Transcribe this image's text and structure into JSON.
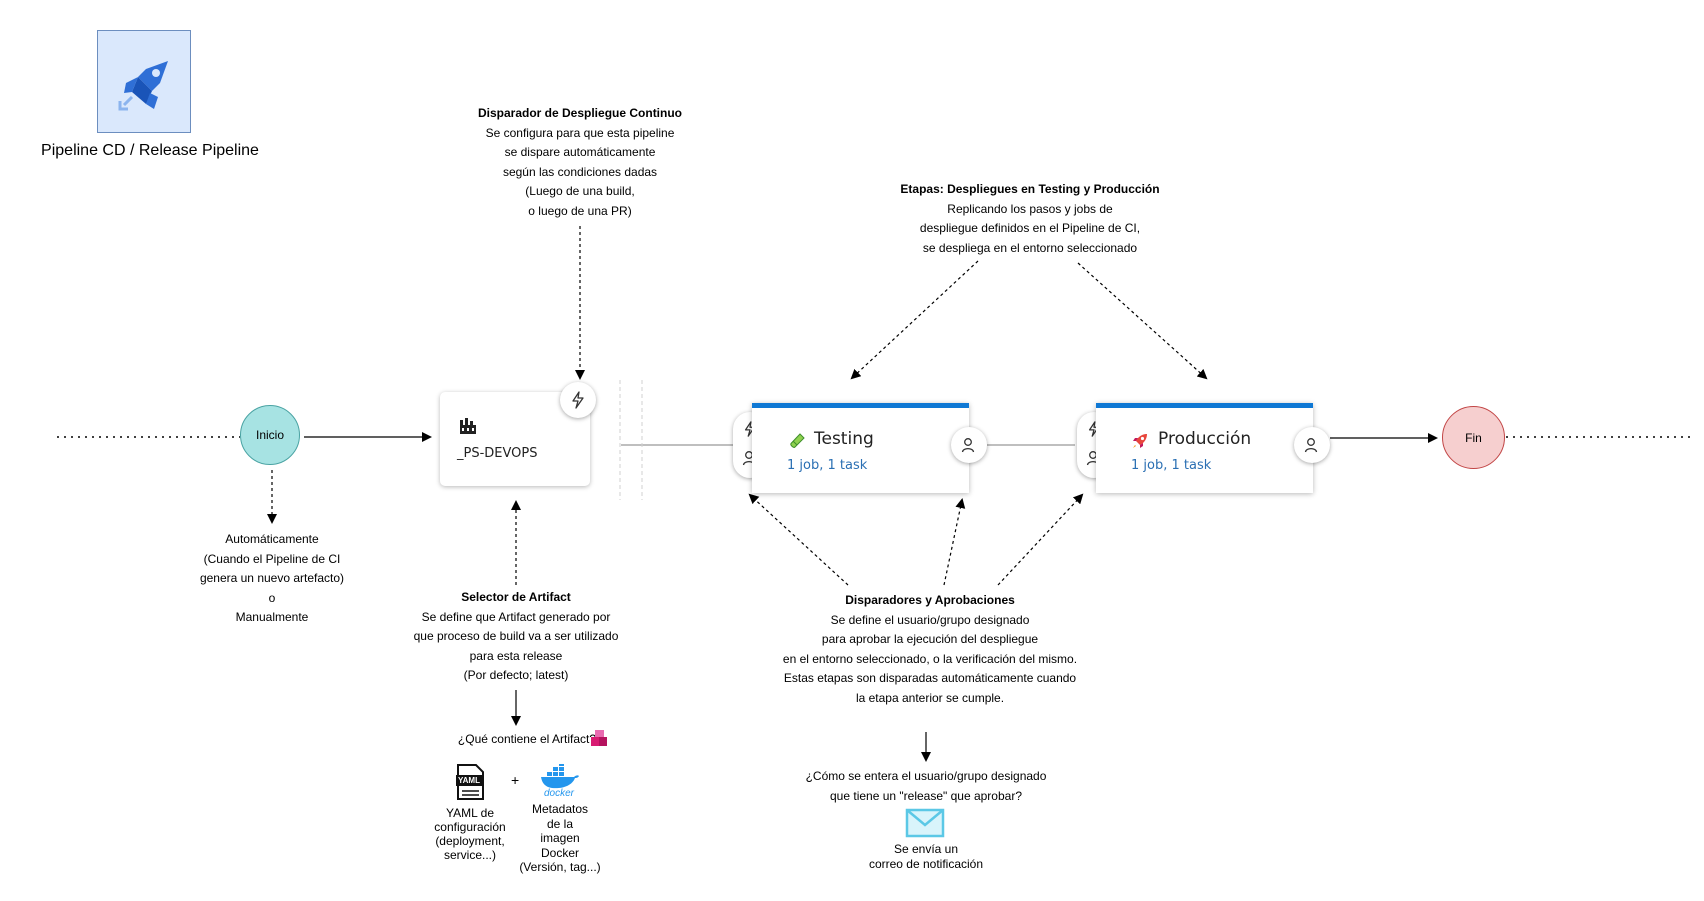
{
  "colors": {
    "inicio_fill": "#a7e3e3",
    "inicio_stroke": "#4aa3a3",
    "fin_fill": "#f6cfcf",
    "fin_stroke": "#c24646",
    "stage_bar": "#0f78d4",
    "logo_bg": "#dae8fc",
    "logo_border": "#6c8ebf"
  },
  "header": {
    "pipeline_title": "Pipeline CD / Release Pipeline"
  },
  "flow": {
    "start_label": "Inicio",
    "end_label": "Fin",
    "artifact_name": "_PS-DEVOPS"
  },
  "start_note": {
    "lines": [
      "Automáticamente",
      "(Cuando el Pipeline de CI",
      "genera un nuevo artefacto)",
      "o",
      "Manualmente"
    ]
  },
  "trigger_note": {
    "title": "Disparador de Despliegue Continuo",
    "lines": [
      "Se configura para que esta pipeline",
      "se dispare automáticamente",
      "según las condiciones dadas",
      "(Luego de una build,",
      "o luego de una PR)"
    ]
  },
  "stages_note": {
    "title": "Etapas: Despliegues en Testing y Producción",
    "lines": [
      "Replicando los pasos y jobs de",
      "despliegue definidos en el Pipeline de CI,",
      "se despliega en el entorno seleccionado"
    ]
  },
  "stages": [
    {
      "name": "Testing",
      "summary": "1 job, 1 task",
      "icon": "test-tube-icon"
    },
    {
      "name": "Producción",
      "summary": "1 job, 1 task",
      "icon": "rocket-icon"
    }
  ],
  "artifact_selector_note": {
    "title": "Selector de Artifact",
    "lines": [
      "Se define que Artifact generado por",
      "que proceso de build va a ser utilizado",
      "para esta release",
      "(Por defecto; latest)"
    ]
  },
  "artifact_contents": {
    "question": "¿Qué contiene el Artifact?",
    "plus": "+",
    "yaml_icon_text": "YAML",
    "yaml_lines": [
      "YAML de",
      "configuración",
      "(deployment,",
      "service...)"
    ],
    "docker_icon_text": "docker",
    "docker_lines": [
      "Metadatos",
      "de la",
      "imagen",
      "Docker",
      "(Versión, tag...)"
    ]
  },
  "approvals_note": {
    "title": "Disparadores y Aprobaciones",
    "lines": [
      "Se define el usuario/grupo designado",
      "para aprobar la ejecución del despliegue",
      "en el entorno seleccionado, o la verificación del mismo.",
      "Estas etapas son disparadas automáticamente cuando",
      "la etapa anterior se cumple."
    ]
  },
  "notification_note": {
    "question_lines": [
      "¿Cómo se entera el usuario/grupo designado",
      "que tiene un \"release\" que aprobar?"
    ],
    "answer_lines": [
      "Se envía un",
      "correo de notificación"
    ]
  }
}
